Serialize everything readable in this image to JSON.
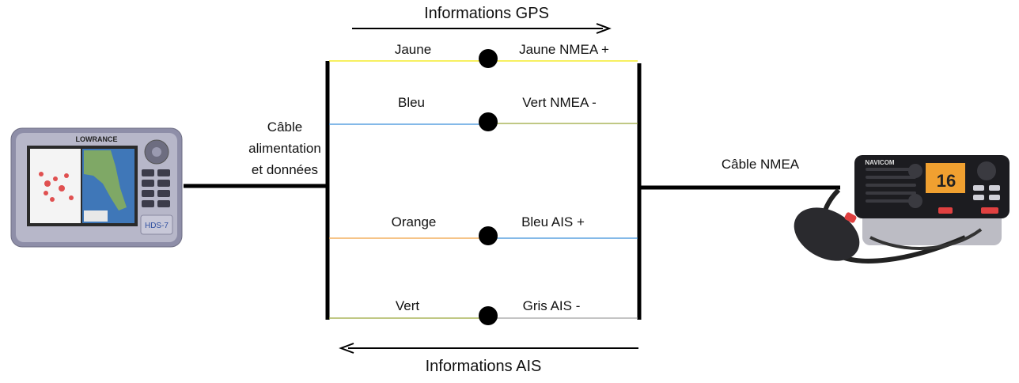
{
  "flows": {
    "gps_label": "Informations GPS",
    "ais_label": "Informations AIS"
  },
  "left_device": {
    "brand": "LOWRANCE",
    "model": "HDS-7",
    "cable_lines": [
      "Câble",
      "alimentation",
      "et données"
    ]
  },
  "right_device": {
    "brand": "NAVICOM",
    "channel": "16",
    "cable_label": "Câble NMEA"
  },
  "wires": [
    {
      "left": "Jaune",
      "right": "Jaune NMEA +",
      "left_color": "#f2e600",
      "right_color": "#f2e600"
    },
    {
      "left": "Bleu",
      "right": "Vert NMEA -",
      "left_color": "#3a8fd9",
      "right_color": "#9aa83a"
    },
    {
      "left": "Orange",
      "right": "Bleu AIS +",
      "left_color": "#f0a040",
      "right_color": "#3a8fd9"
    },
    {
      "left": "Vert",
      "right": "Gris AIS -",
      "left_color": "#9aa83a",
      "right_color": "#a0a0a0"
    }
  ]
}
